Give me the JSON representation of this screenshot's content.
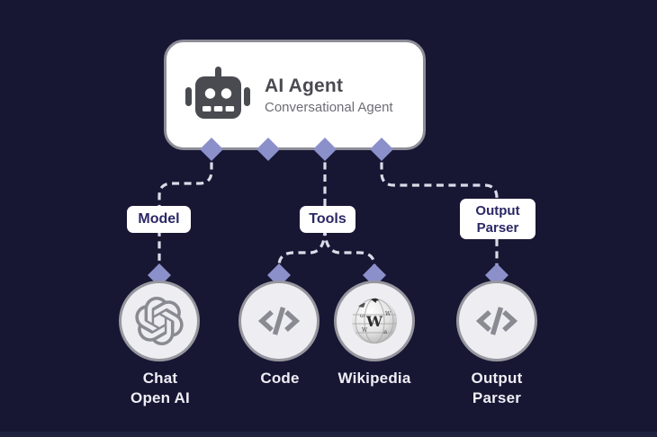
{
  "diagram": {
    "type": "agent-workflow",
    "description": "AI Agent workflow diagram with model, tools and output parser branches"
  },
  "colors": {
    "background": "#171633",
    "footer_strip": "#20203F",
    "card_background": "#FFFFFF",
    "card_border": "#8D8D97",
    "card_title_text": "#4A4A51",
    "card_subtitle_text": "#6D6D75",
    "connector_diamond": "#8B90CA",
    "dashed_line": "#D9DBE7",
    "branch_label_background": "#FFFFFF",
    "branch_label_text": "#2A2865",
    "node_circle_fill": "#EDEDF2",
    "node_circle_border": "#96969E",
    "node_icon_gray": "#8A8A92",
    "node_label_text": "#EDEFF5"
  },
  "agent_card": {
    "title": "AI Agent",
    "subtitle": "Conversational Agent",
    "icon": "robot-icon",
    "connector_count": 4
  },
  "branch_labels": {
    "model": "Model",
    "tools": "Tools",
    "output_parser_line1": "Output",
    "output_parser_line2": "Parser"
  },
  "nodes": [
    {
      "id": "chat-openai",
      "icon": "openai-logo",
      "label_line1": "Chat",
      "label_line2": "Open AI"
    },
    {
      "id": "code",
      "icon": "code-icon",
      "label_line1": "Code",
      "label_line2": ""
    },
    {
      "id": "wikipedia",
      "icon": "wikipedia-logo",
      "label_line1": "Wikipedia",
      "label_line2": ""
    },
    {
      "id": "output-parser",
      "icon": "code-icon",
      "label_line1": "Output",
      "label_line2": "Parser"
    }
  ]
}
